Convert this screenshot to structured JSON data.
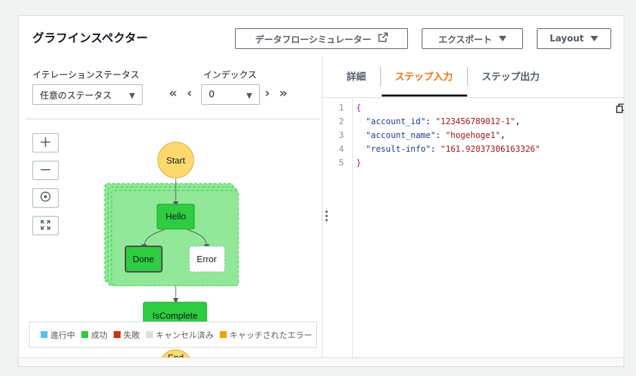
{
  "header": {
    "title": "グラフインスペクター",
    "simulator_label": "データフローシミュレーター",
    "export_label": "エクスポート",
    "layout_label": "Layout"
  },
  "controls": {
    "iteration_status_label": "イテレーションステータス",
    "iteration_status_value": "任意のステータス",
    "index_label": "インデックス",
    "index_value": "0"
  },
  "graph": {
    "nodes": {
      "start": "Start",
      "hello": "Hello",
      "done": "Done",
      "error": "Error",
      "iscomplete": "IsComplete",
      "end": "End"
    },
    "colors": {
      "start": "#ffd86e",
      "map_bg": "#90e898",
      "task": "#2ecc40",
      "done_border": "#4a4a4a"
    }
  },
  "legend": [
    {
      "label": "進行中",
      "color": "#58c1ea"
    },
    {
      "label": "成功",
      "color": "#2ecc40"
    },
    {
      "label": "失敗",
      "color": "#d13212"
    },
    {
      "label": "キャンセル済み",
      "color": "#dddddd"
    },
    {
      "label": "キャッチされたエラー",
      "color": "#f2a10b"
    }
  ],
  "tabs": {
    "details": "詳細",
    "step_input": "ステップ入力",
    "step_output": "ステップ出力"
  },
  "editor": {
    "line_numbers": [
      "1",
      "2",
      "3",
      "4",
      "5"
    ],
    "open_brace": "{",
    "close_brace": "}",
    "entries": [
      {
        "key": "\"account_id\"",
        "value": "\"123456789012-1\"",
        "comma": ","
      },
      {
        "key": "\"account_name\"",
        "value": "\"hogehoge1\"",
        "comma": ","
      },
      {
        "key": "\"result-info\"",
        "value": "\"161.92037306163326\"",
        "comma": ""
      }
    ]
  }
}
